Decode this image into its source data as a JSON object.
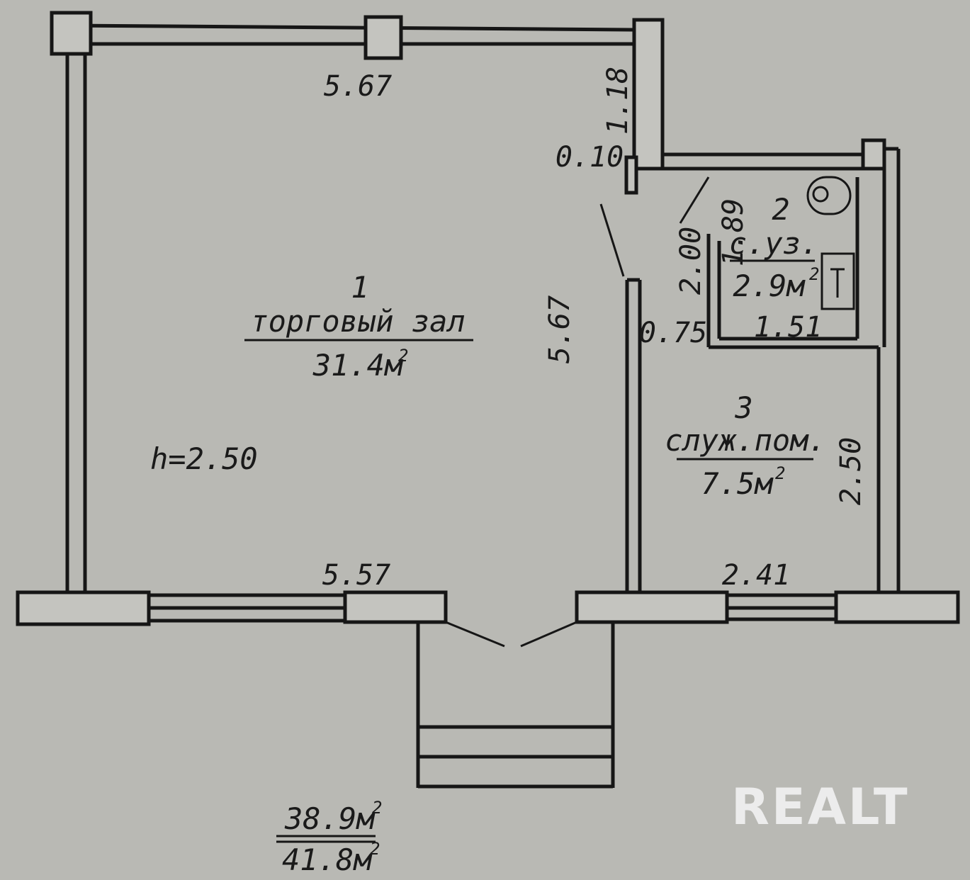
{
  "rooms": [
    {
      "number": "1",
      "name": "торговый зал",
      "area": "31.4м",
      "area_unit_sup": "2"
    },
    {
      "number": "2",
      "name": "с.уз.",
      "area": "2.9м",
      "area_unit_sup": "2"
    },
    {
      "number": "3",
      "name": "служ.пом.",
      "area": "7.5м",
      "area_unit_sup": "2"
    }
  ],
  "dimensions": {
    "top_width": "5.67",
    "main_depth": "5.67",
    "bottom_main": "5.57",
    "bottom_service": "2.41",
    "notch_height": "1.18",
    "wall_offset": "0.10",
    "wc_height_outer": "2.00",
    "wc_height_inner": "1.89",
    "wc_door": "0.75",
    "wc_width": "1.51",
    "service_height": "2.50"
  },
  "ceiling_height": "h=2.50",
  "totals": {
    "living": "38.9м",
    "living_sup": "2",
    "total": "41.8м",
    "total_sup": "2"
  },
  "watermark": "REALT",
  "colors": {
    "paper": "#b9b9b4",
    "ink": "#161616",
    "watermark": "#ececec"
  }
}
